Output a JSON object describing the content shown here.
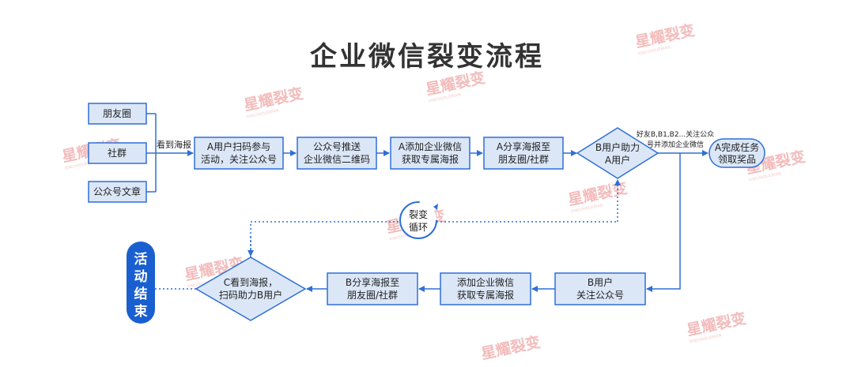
{
  "title": "企业微信裂变流程",
  "sources": [
    "朋友圈",
    "社群",
    "公众号文章"
  ],
  "labels": {
    "see_poster": "看到海报",
    "friends_note_1": "好友B,B1,B2...关注公众",
    "friends_note_2": "号并添加企业微信"
  },
  "top_row": [
    {
      "line1": "A用户扫码参与",
      "line2": "活动，关注公众号"
    },
    {
      "line1": "公众号推送",
      "line2": "企业微信二维码"
    },
    {
      "line1": "A添加企业微信",
      "line2": "获取专属海报"
    },
    {
      "line1": "A分享海报至",
      "line2": "朋友圈/社群"
    }
  ],
  "decision_b": {
    "line1": "B用户助力",
    "line2": "A用户"
  },
  "reward": {
    "line1": "A完成任务",
    "line2": "领取奖品"
  },
  "loop": {
    "line1": "裂变",
    "line2": "循环"
  },
  "bottom_row": [
    {
      "line1": "B用户",
      "line2": "关注公众号"
    },
    {
      "line1": "添加企业微信",
      "line2": "获取专属海报"
    },
    {
      "line1": "B分享海报至",
      "line2": "朋友圈/社群"
    }
  ],
  "decision_c": {
    "line1": "C看到海报，",
    "line2": "扫码助力B用户"
  },
  "end": {
    "chars": [
      "活",
      "动",
      "结",
      "束"
    ]
  },
  "watermark": {
    "text": "星耀裂变",
    "sub": "XINGYAOLIEBIAN"
  },
  "colors": {
    "primary": "#2f6fd6",
    "box_fill": "#dbe7f7",
    "end_fill": "#1a5fd0",
    "title": "#333333"
  }
}
